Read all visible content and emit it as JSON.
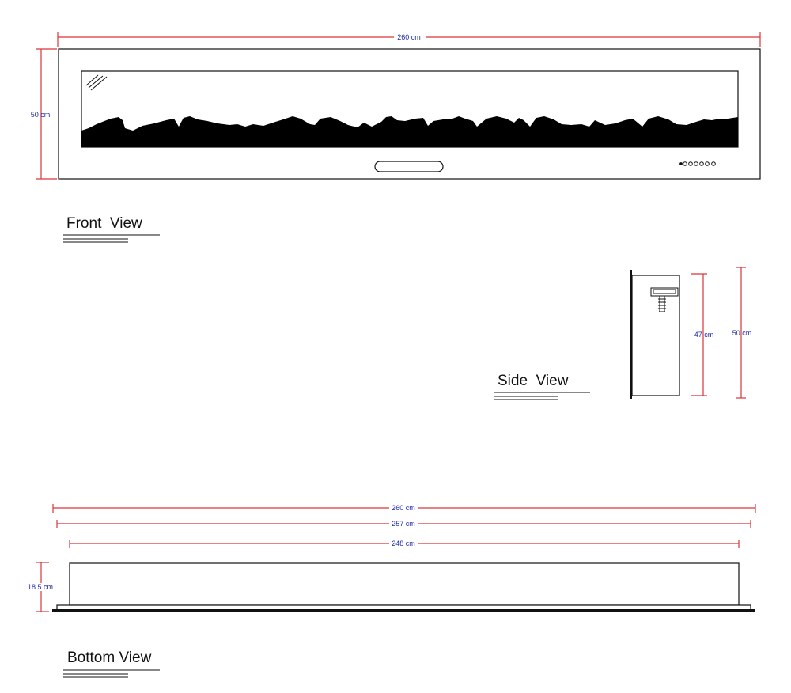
{
  "views": {
    "front": {
      "title": "Front  View",
      "width_label": "260 cm",
      "height_label": "50 cm"
    },
    "side": {
      "title": "Side  View",
      "inner_height_label": "47 cm",
      "outer_height_label": "50 cm"
    },
    "bottom": {
      "title": "Bottom View",
      "overall_width_label": "260 cm",
      "middle_width_label": "257 cm",
      "body_width_label": "248 cm",
      "depth_label": "18.5 cm"
    }
  },
  "colors": {
    "dimension_line": "#d9343a",
    "dimension_text": "#1f2aa8",
    "outline": "#111111"
  }
}
